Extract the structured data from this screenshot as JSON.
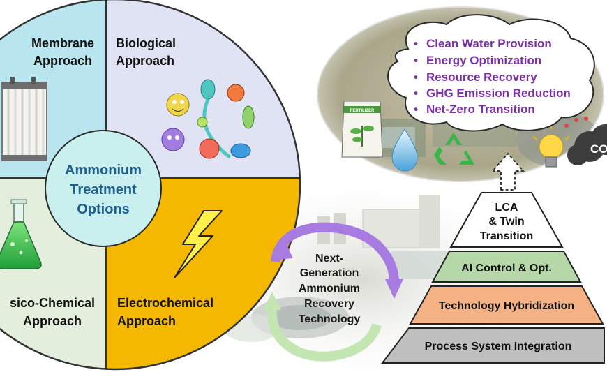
{
  "quadrants": {
    "membrane": [
      "Membrane",
      "Approach"
    ],
    "biological": [
      "Biological",
      "Approach"
    ],
    "physico_chemical": [
      "sico-Chemical",
      "Approach"
    ],
    "electrochemical": [
      "Electrochemical",
      "Approach"
    ]
  },
  "center_label": [
    "Ammonium",
    "Treatment",
    "Options"
  ],
  "cycle_label": [
    "Next-",
    "Generation",
    "Ammonium",
    "Recovery",
    "Technology"
  ],
  "cloud_items": [
    "Clean Water Provision",
    "Energy Optimization",
    "Resource Recovery",
    "GHG Emission Reduction",
    "Net-Zero Transition"
  ],
  "bullet_glyph": "•",
  "fertilizer_label": "FERTILIZER",
  "co2_partial_label": "CO",
  "pyramid": {
    "top": [
      "LCA",
      "& Twin",
      "Transition"
    ],
    "level2": "AI Control & Opt.",
    "level3": "Technology Hybridization",
    "base": "Process System Integration"
  },
  "colors": {
    "membrane": "#b9e6ee",
    "biological": "#dfe3f4",
    "physico_chemical": "#e3efdc",
    "electrochemical": "#f5b800",
    "center": "#c9f0ef",
    "center_text": "#1f5f8b",
    "cloud_text": "#7b2fa6",
    "level2_fill": "#b6d7a8",
    "level3_fill": "#f4b183",
    "base_fill": "#bfbfbf",
    "arrow_purple": "#a77be0",
    "arrow_green": "#b9e0a8"
  }
}
